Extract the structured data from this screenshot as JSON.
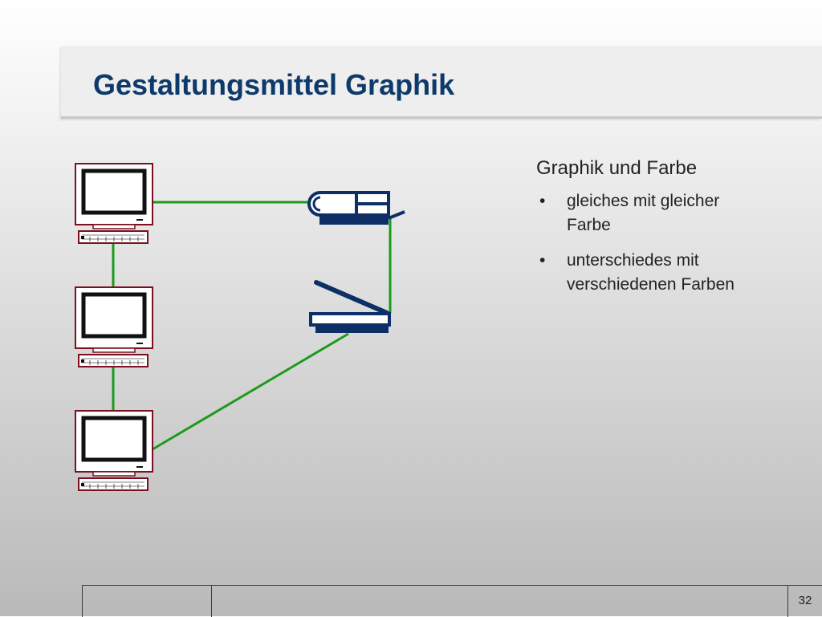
{
  "slide": {
    "title": "Gestaltungsmittel Graphik",
    "page_number": "32"
  },
  "text": {
    "heading": "Graphik und Farbe",
    "bullets": [
      "gleiches mit gleicher Farbe",
      "unterschiedes mit verschiedenen Farben"
    ]
  },
  "diagram": {
    "nodes": [
      {
        "id": "computer-1",
        "type": "computer",
        "icon": "computer-icon",
        "color": "#7a1020"
      },
      {
        "id": "computer-2",
        "type": "computer",
        "icon": "computer-icon",
        "color": "#7a1020"
      },
      {
        "id": "computer-3",
        "type": "computer",
        "icon": "computer-icon",
        "color": "#7a1020"
      },
      {
        "id": "printer",
        "type": "printer",
        "icon": "printer-icon",
        "color": "#0d2f66"
      },
      {
        "id": "scanner",
        "type": "scanner",
        "icon": "scanner-icon",
        "color": "#0d2f66"
      }
    ],
    "links": [
      {
        "from": "computer-1",
        "to": "printer"
      },
      {
        "from": "computer-1",
        "to": "computer-2"
      },
      {
        "from": "computer-2",
        "to": "computer-3"
      },
      {
        "from": "printer",
        "to": "scanner"
      },
      {
        "from": "computer-3",
        "to": "scanner"
      }
    ],
    "link_color": "#1b9a1b"
  },
  "colors": {
    "title": "#0e3a6b",
    "computer": "#7a1020",
    "peripheral": "#0d2f66",
    "link": "#1b9a1b"
  }
}
